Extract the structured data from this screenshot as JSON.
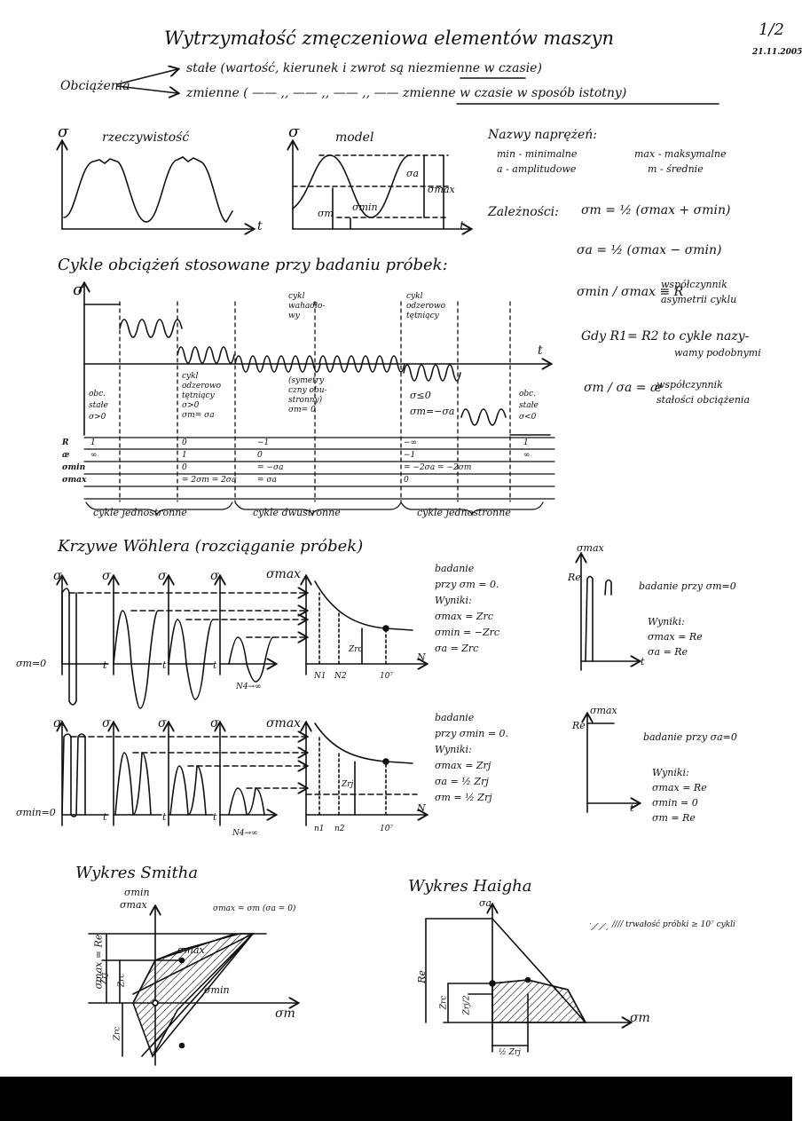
{
  "header": {
    "page": "1/2",
    "date": "21.11.2005",
    "title": "Wytrzymałość zmęczeniowa elementów maszyn"
  },
  "loads": {
    "label": "Obciążenia",
    "constant": "stałe (wartość, kierunek i zwrot są niezmienne w czasie)",
    "variable": "zmienne ( —— ,, —— ,, —— ,, —— zmienne w czasie w sposób istotny)"
  },
  "reality": {
    "sigma": "σ",
    "title": "rzeczywistość",
    "t": "t"
  },
  "model": {
    "sigma": "σ",
    "title": "model",
    "t": "t",
    "sa": "σa",
    "sm": "σm",
    "smin": "σmin",
    "smax": "σmax"
  },
  "stress_names": {
    "title": "Nazwy naprężeń:",
    "min": "min - minimalne",
    "max": "max - maksymalne",
    "a": "a - amplitudowe",
    "m": "m - średnie"
  },
  "relations": {
    "label": "Zależności:",
    "f1": "σm = ½ (σmax + σmin)",
    "f2": "σa = ½ (σmax − σmin)",
    "ratio_r": "σmin / σmax ≡ R",
    "r_name1": "współczynnik",
    "r_name2": "asymetrii cyklu",
    "similar1": "Gdy R1= R2  to cykle nazy-",
    "similar2": "wamy podobnymi",
    "ratio_k": "σm / σa = æ",
    "k_name1": "współczynnik",
    "k_name2": "stałości obciążenia"
  },
  "cycles": {
    "title": "Cykle obciążeń stosowane przy badaniu próbek:",
    "sigma": "σ",
    "t": "t",
    "labels": {
      "c1": [
        "obc.",
        "stałe",
        "σ>0"
      ],
      "c2": [
        "cykl",
        "odzerowo",
        "tętniący",
        "σ>0",
        "σm= σa"
      ],
      "c3_top": [
        "cykl",
        "wahadło-",
        "wy"
      ],
      "c3": [
        "(symetry",
        "czny obu-",
        "stronny)",
        "σm= 0"
      ],
      "c4_top": [
        "cykl",
        "odzerowo",
        "tętniący"
      ],
      "c4": [
        "σ≤0",
        "σm=−σa"
      ],
      "c5": [
        "obc.",
        "stałe",
        "σ<0"
      ]
    },
    "row_labels": [
      "R",
      "æ",
      "σmin",
      "σmax"
    ],
    "rows": [
      [
        "1",
        "0",
        "−1",
        "−∞",
        "1"
      ],
      [
        "∞",
        "1",
        "0",
        "−1",
        "∞"
      ],
      [
        "",
        "0",
        "= −σa",
        "= −2σa = −2σm",
        ""
      ],
      [
        "",
        "= 2σm = 2σa",
        "= σa",
        "0",
        ""
      ]
    ],
    "groups": [
      "cykle jednostronne",
      "cykle dwustronne",
      "cykle jednostronne"
    ]
  },
  "wohler": {
    "title": "Krzywe Wöhlera (rozciąganie próbek)",
    "sigma": "σ",
    "sm0": "σm=0",
    "smin0": "σmin=0",
    "t": "t",
    "smax": "σmax",
    "N": "N",
    "n4": "N4→∞",
    "N1": "N1",
    "N2": "N2",
    "n1": "n1",
    "n2": "n2",
    "e7": "10⁷",
    "zrc": "Zrc",
    "zrj": "Zrj",
    "test1": [
      "badanie",
      "przy σm = 0.",
      "Wyniki:",
      "σmax = Zrc",
      "σmin = −Zrc",
      "σa = Zrc"
    ],
    "test2": [
      "badanie",
      "przy σmin = 0.",
      "Wyniki:",
      "σmax = Zrj",
      "σa = ½ Zrj",
      "σm = ½ Zrj"
    ],
    "static1": {
      "axis": "σmax",
      "re": "Re",
      "t": "t",
      "label": "badanie przy σm=0",
      "res": [
        "Wyniki:",
        "σmax = Re",
        "σa = Re"
      ]
    },
    "static2": {
      "axis": "σmax",
      "re": "Re",
      "t": "t",
      "label": "badanie przy σa=0",
      "res": [
        "Wyniki:",
        "σmax = Re",
        "σmin = 0",
        "σm = Re"
      ]
    }
  },
  "smith": {
    "title": "Wykres Smitha",
    "axis_y1": "σmin",
    "axis_y2": "σmax",
    "axis_x": "σm",
    "smax_lbl": "σmax",
    "smin_lbl": "σmin",
    "re": "σmax = Re",
    "zrj": "Zrj",
    "zrc": "Zrc",
    "zrc2": "Zrc",
    "corner": "σmax = σm (σa = 0)"
  },
  "haigh": {
    "title": "Wykres Haigha",
    "axis_y": "σa",
    "axis_x": "σm",
    "re": "Re",
    "zrc": "Zrc",
    "zrj": "Zrj/2",
    "half": "½ Zrj",
    "legend": "//// trwałość próbki ≥ 10⁷ cykli"
  },
  "colors": {
    "ink": "#111111",
    "paper": "#ffffff",
    "bar": "#000000"
  }
}
